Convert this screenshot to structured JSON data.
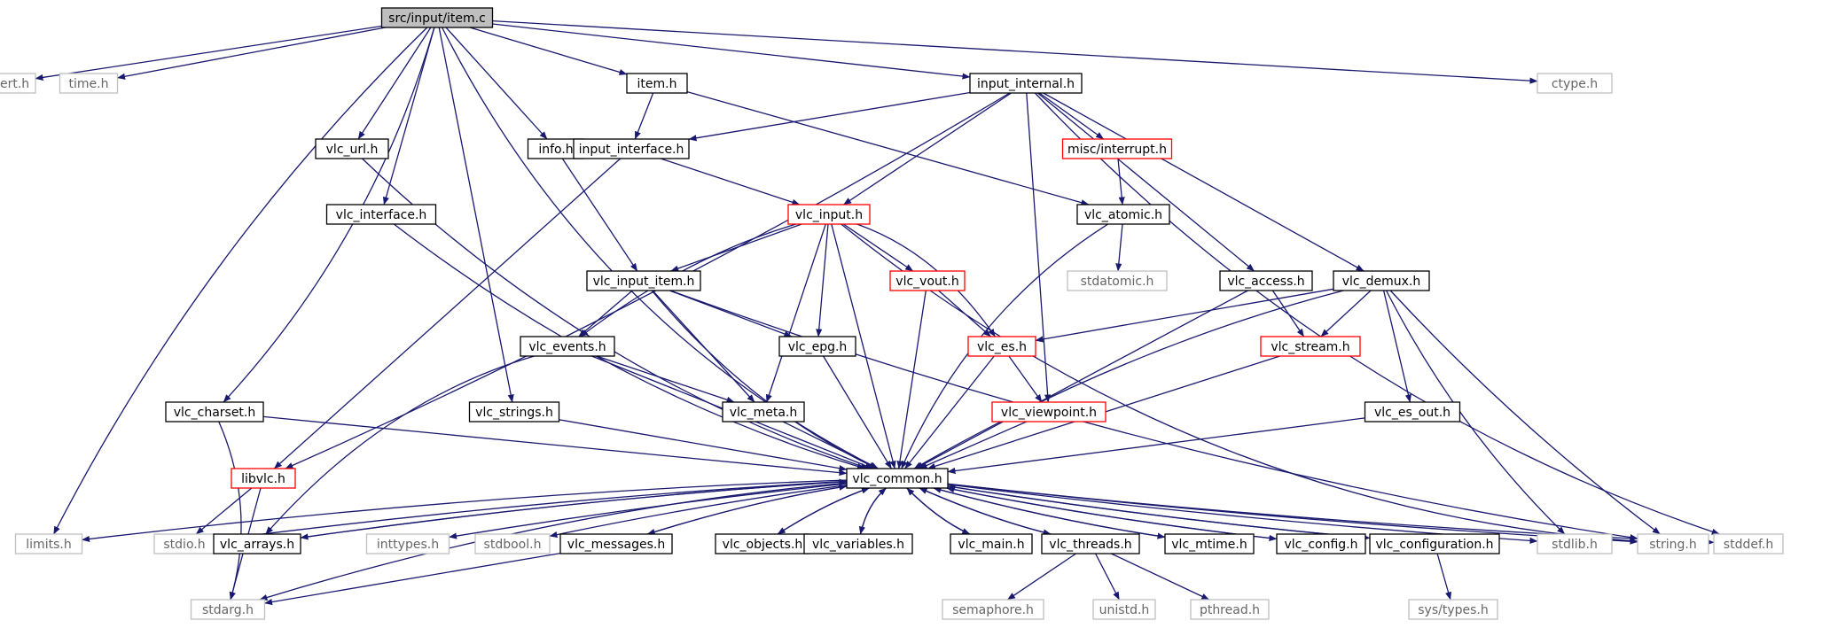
{
  "colors": {
    "edge": "#191970",
    "root_fill": "#bfbfbf",
    "normal_border": "#000000",
    "truncated_border": "#ff0000",
    "external_border": "#bfbfbf",
    "external_text": "#666666"
  },
  "nodes": [
    {
      "id": "item_c",
      "label": "src/input/item.c",
      "kind": "root"
    },
    {
      "id": "assert",
      "label": "assert.h",
      "kind": "external"
    },
    {
      "id": "time",
      "label": "time.h",
      "kind": "external"
    },
    {
      "id": "item_h",
      "label": "item.h",
      "kind": "normal"
    },
    {
      "id": "input_internal",
      "label": "input_internal.h",
      "kind": "normal"
    },
    {
      "id": "ctype",
      "label": "ctype.h",
      "kind": "external"
    },
    {
      "id": "vlc_url",
      "label": "vlc_url.h",
      "kind": "normal"
    },
    {
      "id": "info",
      "label": "info.h",
      "kind": "normal"
    },
    {
      "id": "input_interface",
      "label": "input_interface.h",
      "kind": "normal"
    },
    {
      "id": "misc_interrupt",
      "label": "misc/interrupt.h",
      "kind": "truncated"
    },
    {
      "id": "vlc_interface",
      "label": "vlc_interface.h",
      "kind": "normal"
    },
    {
      "id": "vlc_input",
      "label": "vlc_input.h",
      "kind": "truncated"
    },
    {
      "id": "vlc_atomic",
      "label": "vlc_atomic.h",
      "kind": "normal"
    },
    {
      "id": "vlc_input_item",
      "label": "vlc_input_item.h",
      "kind": "normal"
    },
    {
      "id": "vlc_vout",
      "label": "vlc_vout.h",
      "kind": "truncated"
    },
    {
      "id": "stdatomic",
      "label": "stdatomic.h",
      "kind": "external"
    },
    {
      "id": "vlc_access",
      "label": "vlc_access.h",
      "kind": "normal"
    },
    {
      "id": "vlc_demux",
      "label": "vlc_demux.h",
      "kind": "normal"
    },
    {
      "id": "vlc_events",
      "label": "vlc_events.h",
      "kind": "normal"
    },
    {
      "id": "vlc_epg",
      "label": "vlc_epg.h",
      "kind": "normal"
    },
    {
      "id": "vlc_es",
      "label": "vlc_es.h",
      "kind": "truncated"
    },
    {
      "id": "vlc_stream",
      "label": "vlc_stream.h",
      "kind": "truncated"
    },
    {
      "id": "vlc_charset",
      "label": "vlc_charset.h",
      "kind": "normal"
    },
    {
      "id": "vlc_strings",
      "label": "vlc_strings.h",
      "kind": "normal"
    },
    {
      "id": "vlc_meta",
      "label": "vlc_meta.h",
      "kind": "normal"
    },
    {
      "id": "vlc_viewpoint",
      "label": "vlc_viewpoint.h",
      "kind": "truncated"
    },
    {
      "id": "vlc_es_out",
      "label": "vlc_es_out.h",
      "kind": "normal"
    },
    {
      "id": "libvlc",
      "label": "libvlc.h",
      "kind": "truncated"
    },
    {
      "id": "vlc_common",
      "label": "vlc_common.h",
      "kind": "normal"
    },
    {
      "id": "limits",
      "label": "limits.h",
      "kind": "external"
    },
    {
      "id": "stdio",
      "label": "stdio.h",
      "kind": "external"
    },
    {
      "id": "vlc_arrays",
      "label": "vlc_arrays.h",
      "kind": "normal"
    },
    {
      "id": "inttypes",
      "label": "inttypes.h",
      "kind": "external"
    },
    {
      "id": "stdbool",
      "label": "stdbool.h",
      "kind": "external"
    },
    {
      "id": "vlc_messages",
      "label": "vlc_messages.h",
      "kind": "normal"
    },
    {
      "id": "vlc_objects",
      "label": "vlc_objects.h",
      "kind": "normal"
    },
    {
      "id": "vlc_variables",
      "label": "vlc_variables.h",
      "kind": "normal"
    },
    {
      "id": "vlc_main",
      "label": "vlc_main.h",
      "kind": "normal"
    },
    {
      "id": "vlc_threads",
      "label": "vlc_threads.h",
      "kind": "normal"
    },
    {
      "id": "vlc_mtime",
      "label": "vlc_mtime.h",
      "kind": "normal"
    },
    {
      "id": "vlc_config",
      "label": "vlc_config.h",
      "kind": "normal"
    },
    {
      "id": "vlc_configuration",
      "label": "vlc_configuration.h",
      "kind": "normal"
    },
    {
      "id": "stdlib",
      "label": "stdlib.h",
      "kind": "external"
    },
    {
      "id": "string",
      "label": "string.h",
      "kind": "external"
    },
    {
      "id": "stddef",
      "label": "stddef.h",
      "kind": "external"
    },
    {
      "id": "stdarg",
      "label": "stdarg.h",
      "kind": "external"
    },
    {
      "id": "semaphore",
      "label": "semaphore.h",
      "kind": "external"
    },
    {
      "id": "unistd",
      "label": "unistd.h",
      "kind": "external"
    },
    {
      "id": "pthread",
      "label": "pthread.h",
      "kind": "external"
    },
    {
      "id": "sys_types",
      "label": "sys/types.h",
      "kind": "external"
    }
  ],
  "edges": [
    [
      "item_c",
      "assert"
    ],
    [
      "item_c",
      "time"
    ],
    [
      "item_c",
      "item_h"
    ],
    [
      "item_c",
      "input_internal"
    ],
    [
      "item_c",
      "ctype"
    ],
    [
      "item_c",
      "vlc_url"
    ],
    [
      "item_c",
      "info"
    ],
    [
      "item_c",
      "vlc_interface"
    ],
    [
      "item_c",
      "vlc_charset"
    ],
    [
      "item_c",
      "vlc_strings"
    ],
    [
      "item_c",
      "limits"
    ],
    [
      "item_c",
      "vlc_common"
    ],
    [
      "item_h",
      "input_interface"
    ],
    [
      "item_h",
      "vlc_atomic"
    ],
    [
      "input_internal",
      "input_interface"
    ],
    [
      "input_internal",
      "misc_interrupt"
    ],
    [
      "input_internal",
      "vlc_input"
    ],
    [
      "input_internal",
      "vlc_access"
    ],
    [
      "input_internal",
      "vlc_demux"
    ],
    [
      "input_internal",
      "vlc_viewpoint"
    ],
    [
      "input_internal",
      "libvlc"
    ],
    [
      "input_internal",
      "stddef"
    ],
    [
      "misc_interrupt",
      "vlc_atomic"
    ],
    [
      "input_interface",
      "vlc_input"
    ],
    [
      "input_interface",
      "libvlc"
    ],
    [
      "vlc_url",
      "vlc_common"
    ],
    [
      "info",
      "vlc_input_item"
    ],
    [
      "vlc_interface",
      "vlc_common"
    ],
    [
      "vlc_input",
      "vlc_input_item"
    ],
    [
      "vlc_input",
      "vlc_events"
    ],
    [
      "vlc_input",
      "vlc_vout"
    ],
    [
      "vlc_input",
      "vlc_es"
    ],
    [
      "vlc_input",
      "vlc_epg"
    ],
    [
      "vlc_input",
      "vlc_meta"
    ],
    [
      "vlc_input",
      "vlc_common"
    ],
    [
      "vlc_input",
      "string"
    ],
    [
      "vlc_atomic",
      "stdatomic"
    ],
    [
      "vlc_atomic",
      "vlc_common"
    ],
    [
      "vlc_input_item",
      "vlc_events"
    ],
    [
      "vlc_input_item",
      "vlc_epg"
    ],
    [
      "vlc_input_item",
      "vlc_meta"
    ],
    [
      "vlc_input_item",
      "vlc_common"
    ],
    [
      "vlc_input_item",
      "string"
    ],
    [
      "vlc_vout",
      "vlc_es"
    ],
    [
      "vlc_vout",
      "vlc_common"
    ],
    [
      "vlc_access",
      "vlc_stream"
    ],
    [
      "vlc_access",
      "vlc_common"
    ],
    [
      "vlc_demux",
      "vlc_es"
    ],
    [
      "vlc_demux",
      "vlc_stream"
    ],
    [
      "vlc_demux",
      "vlc_es_out"
    ],
    [
      "vlc_demux",
      "vlc_common"
    ],
    [
      "vlc_demux",
      "stdlib"
    ],
    [
      "vlc_demux",
      "string"
    ],
    [
      "vlc_events",
      "vlc_meta"
    ],
    [
      "vlc_events",
      "vlc_common"
    ],
    [
      "vlc_events",
      "vlc_arrays"
    ],
    [
      "vlc_epg",
      "vlc_common"
    ],
    [
      "vlc_es",
      "vlc_viewpoint"
    ],
    [
      "vlc_es",
      "vlc_common"
    ],
    [
      "vlc_stream",
      "vlc_common"
    ],
    [
      "vlc_charset",
      "vlc_common"
    ],
    [
      "vlc_charset",
      "stdarg"
    ],
    [
      "vlc_strings",
      "vlc_common"
    ],
    [
      "vlc_meta",
      "vlc_common"
    ],
    [
      "vlc_viewpoint",
      "vlc_common"
    ],
    [
      "vlc_es_out",
      "vlc_common"
    ],
    [
      "libvlc",
      "stdio"
    ],
    [
      "libvlc",
      "stdarg"
    ],
    [
      "vlc_common",
      "limits"
    ],
    [
      "vlc_common",
      "stdio"
    ],
    [
      "vlc_common",
      "vlc_arrays"
    ],
    [
      "vlc_common",
      "inttypes"
    ],
    [
      "vlc_common",
      "stdbool"
    ],
    [
      "vlc_common",
      "vlc_messages"
    ],
    [
      "vlc_common",
      "vlc_objects"
    ],
    [
      "vlc_common",
      "vlc_variables"
    ],
    [
      "vlc_common",
      "vlc_main"
    ],
    [
      "vlc_common",
      "vlc_threads"
    ],
    [
      "vlc_common",
      "vlc_mtime"
    ],
    [
      "vlc_common",
      "vlc_config"
    ],
    [
      "vlc_common",
      "vlc_configuration"
    ],
    [
      "vlc_common",
      "stdlib"
    ],
    [
      "vlc_common",
      "string"
    ],
    [
      "vlc_common",
      "stddef"
    ],
    [
      "vlc_common",
      "stdarg"
    ],
    [
      "vlc_arrays",
      "vlc_common"
    ],
    [
      "vlc_messages",
      "vlc_common"
    ],
    [
      "vlc_objects",
      "vlc_common"
    ],
    [
      "vlc_variables",
      "vlc_common"
    ],
    [
      "vlc_main",
      "vlc_common"
    ],
    [
      "vlc_threads",
      "vlc_common"
    ],
    [
      "vlc_mtime",
      "vlc_common"
    ],
    [
      "vlc_config",
      "vlc_common"
    ],
    [
      "vlc_configuration",
      "vlc_common"
    ],
    [
      "vlc_messages",
      "stdarg"
    ],
    [
      "vlc_threads",
      "semaphore"
    ],
    [
      "vlc_threads",
      "unistd"
    ],
    [
      "vlc_threads",
      "pthread"
    ],
    [
      "vlc_configuration",
      "sys_types"
    ]
  ]
}
